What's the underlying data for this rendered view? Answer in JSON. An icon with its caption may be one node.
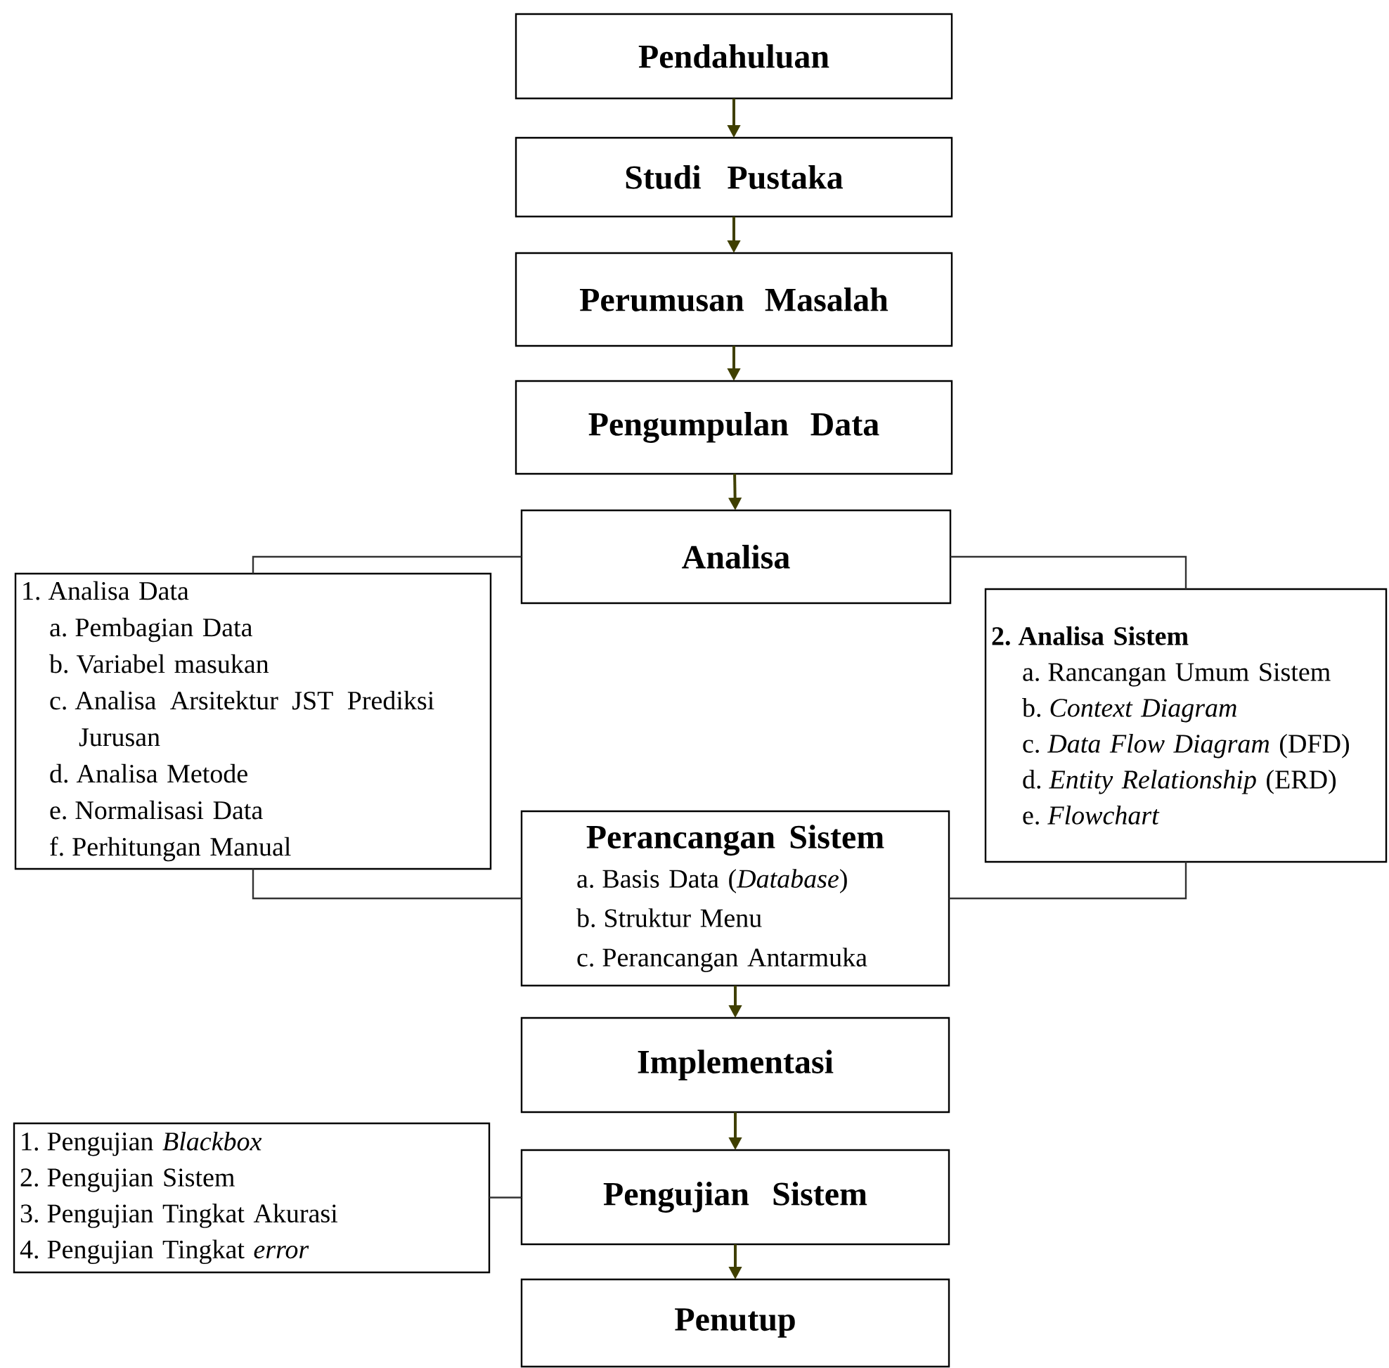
{
  "diagram": {
    "nodes": [
      {
        "text": [
          "Pendahuluan"
        ]
      },
      {
        "text": [
          "Studi Pustaka"
        ]
      },
      {
        "text": [
          "Perumusan Masalah"
        ]
      },
      {
        "text": [
          "Pengumpulan Data"
        ]
      },
      {
        "text": [
          "Analisa"
        ]
      },
      {
        "text": [
          "1. Analisa Data",
          "a. Pembagian Data",
          "b. Variabel masukan",
          "c. Analisa Arsitektur JST Prediksi Jurusan",
          "d. Analisa Metode",
          "e. Normalisasi Data",
          "f. Perhitungan Manual"
        ]
      },
      {
        "text": [
          "2. Analisa Sistem",
          "a. Rancangan Umum Sistem",
          "b. *Context Diagram*",
          "c. *Data Flow Diagram* (DFD)",
          "d. *Entity Relationship* (ERD)",
          "e. *Flowchart*"
        ]
      },
      {
        "text": [
          "Perancangan Sistem",
          "a. Basis Data (*Database*)",
          "b. Struktur Menu",
          "c. Perancangan Antarmuka"
        ]
      },
      {
        "text": [
          "Implementasi"
        ]
      },
      {
        "text": [
          "Pengujian Sistem"
        ]
      },
      {
        "text": [
          "1. Pengujian *Blackbox*",
          "2. Pengujian Sistem",
          "3. Pengujian Tingkat Akurasi",
          "4. Pengujian Tingkat *error*"
        ]
      },
      {
        "text": [
          "Penutup"
        ]
      }
    ],
    "edges": [
      {
        "from": 0,
        "to": 1,
        "arrow": "to"
      },
      {
        "from": 1,
        "to": 2,
        "arrow": "to"
      },
      {
        "from": 2,
        "to": 3,
        "arrow": "to"
      },
      {
        "from": 3,
        "to": 4,
        "arrow": "to"
      },
      {
        "from": 4,
        "to": 5,
        "arrow": "none",
        "color": "#333333"
      },
      {
        "from": 4,
        "to": 6,
        "arrow": "none",
        "color": "#333333"
      },
      {
        "from": 5,
        "to": 7,
        "arrow": "none",
        "color": "#333333"
      },
      {
        "from": 6,
        "to": 7,
        "arrow": "none",
        "color": "#333333"
      },
      {
        "from": 7,
        "to": 8,
        "arrow": "to"
      },
      {
        "from": 8,
        "to": 9,
        "arrow": "to"
      },
      {
        "from": 9,
        "to": 10,
        "arrow": "none",
        "color": "#333333"
      },
      {
        "from": 9,
        "to": 11,
        "arrow": "to"
      }
    ]
  }
}
